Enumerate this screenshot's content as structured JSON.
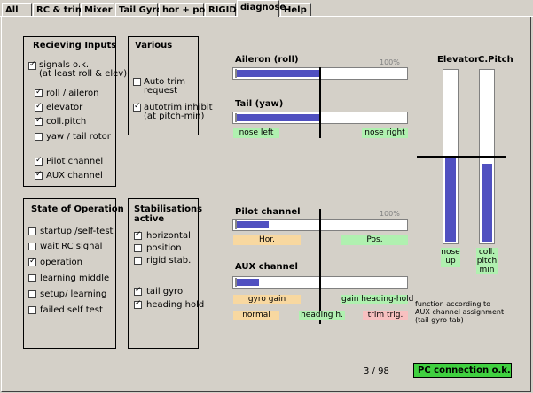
{
  "tabs": [
    "All",
    "RC & trim",
    "Mixer",
    "Tail Gyro",
    "hor + pos",
    "RIGID",
    "diagnose",
    "Help"
  ],
  "active_tab": "diagnose",
  "receiving": {
    "title": "Recieving Inputs",
    "signals_label": "signals  o.k.",
    "signals_sub": "(at least roll & elev)",
    "items": [
      {
        "label": "roll / aileron",
        "checked": true
      },
      {
        "label": "elevator",
        "checked": true
      },
      {
        "label": "coll.pitch",
        "checked": true
      },
      {
        "label": "yaw / tail rotor",
        "checked": false
      },
      {
        "label": "Pilot channel",
        "checked": true
      },
      {
        "label": "AUX channel",
        "checked": true
      }
    ]
  },
  "various": {
    "title": "Various",
    "auto_trim": "Auto  trim",
    "auto_trim_sub": "request",
    "autotrim_inhibit": "autotrim  inhibit",
    "autotrim_inhibit_sub": "(at pitch-min)"
  },
  "state": {
    "title": "State of Operation",
    "items": [
      {
        "label": "startup /self-test",
        "checked": false
      },
      {
        "label": "wait RC signal",
        "checked": false
      },
      {
        "label": "operation",
        "checked": true
      },
      {
        "label": " learning middle",
        "checked": false
      },
      {
        "label": "setup/ learning",
        "checked": false
      },
      {
        "label": "failed self test",
        "checked": false
      }
    ]
  },
  "stab": {
    "title1": "Stabilisations",
    "title2": "active",
    "items": [
      {
        "label": "horizontal",
        "checked": true
      },
      {
        "label": "position",
        "checked": false
      },
      {
        "label": "rigid stab.",
        "checked": false
      },
      {
        "label": "tail gyro",
        "checked": true
      },
      {
        "label": "heading hold",
        "checked": true
      }
    ]
  },
  "bars": {
    "aileron_label": "Aileron (roll)",
    "aileron_value": 0.5,
    "percent": "100%",
    "tail_label": "Tail (yaw)",
    "tail_value": 0.5,
    "nose_left": "nose left",
    "nose_right": "nose right",
    "pilot_label": "Pilot channel",
    "pilot_value": 0.2,
    "hor": "Hor.",
    "pos": "Pos.",
    "aux_label": "AUX channel",
    "aux_value": 0.14,
    "gyro_gain": "gyro gain",
    "gain_hh": "gain heading-hold",
    "normal": "normal",
    "heading_h": "heading h.",
    "trim_trig": "trim trig.",
    "elevator_label": "Elevator",
    "elevator_value": 0.5,
    "cpitch_label": "C.Pitch",
    "cpitch_value": 0.46,
    "nose": "nose",
    "up": "up",
    "coll": "coll.",
    "pitch": "pitch",
    "min": "min",
    "note1": "function according to",
    "note2": "AUX channel assignment",
    "note3": "(tail gyro tab)"
  },
  "footer": {
    "page_counter": "3 / 98",
    "pc_status": "PC connection o.k.",
    "pc_status_color": "#40d040"
  }
}
